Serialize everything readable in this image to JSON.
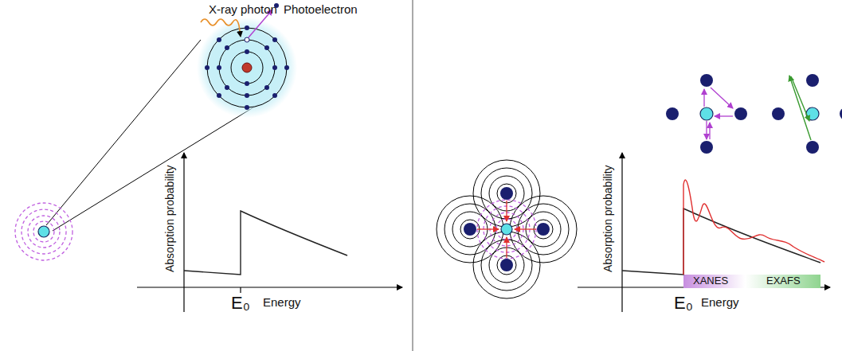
{
  "diagram": {
    "labels": [
      "X-ray photon",
      "Photoelectron",
      "Absorption probability",
      "E₀",
      "Energy",
      "Absorption probability",
      "E₀",
      "Energy",
      "XANES",
      "EXAFS"
    ]
  }
}
